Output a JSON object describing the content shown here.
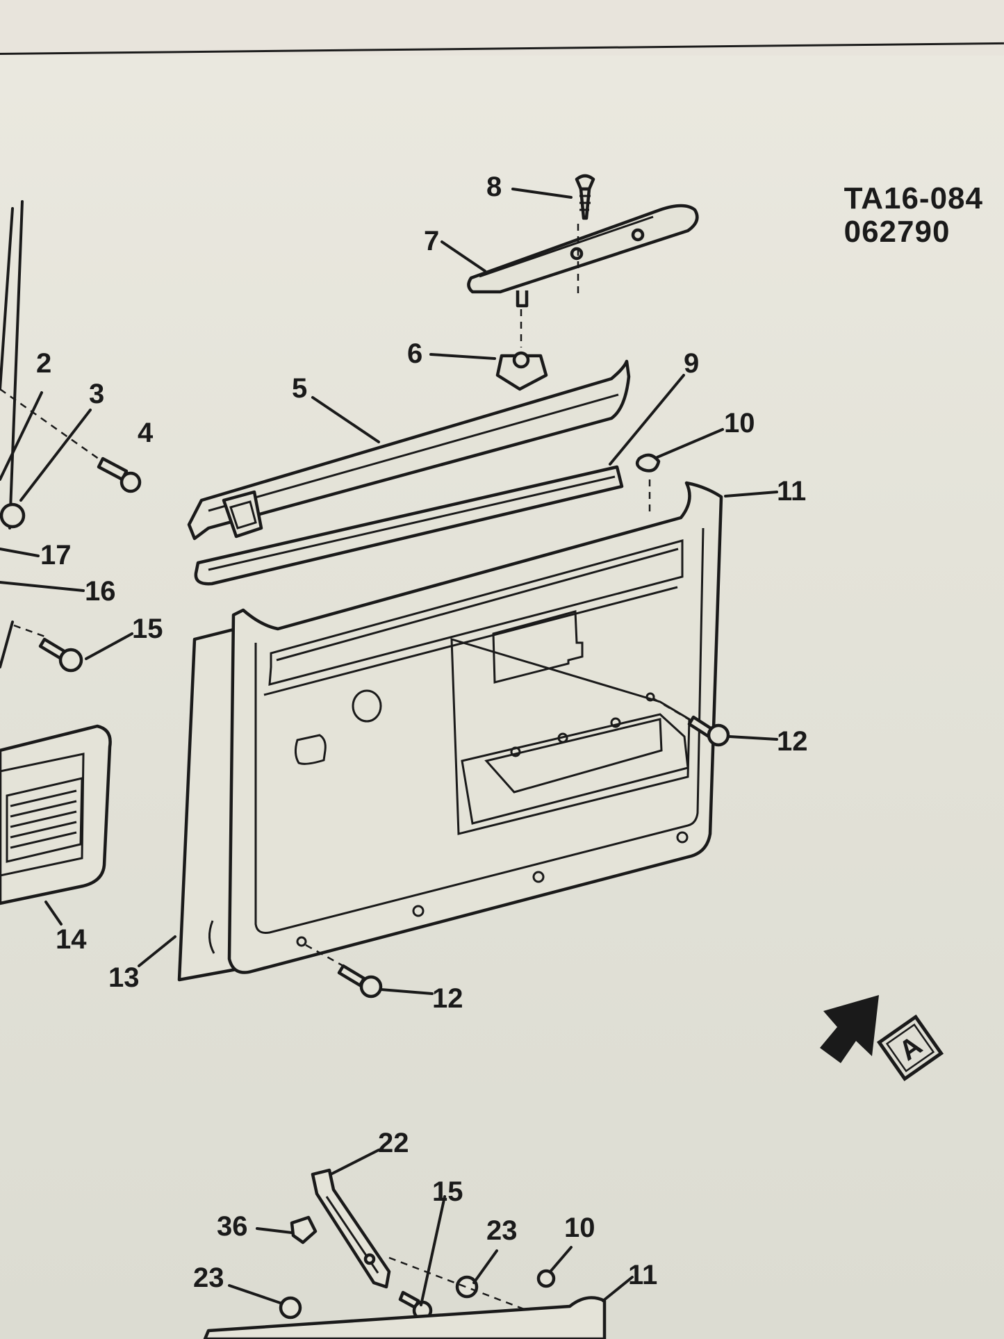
{
  "reference": {
    "code": "TA16-084",
    "date_code": "062790"
  },
  "view_marker": {
    "letter": "A"
  },
  "callouts": {
    "n2": "2",
    "n3": "3",
    "n4": "4",
    "n5": "5",
    "n6": "6",
    "n7": "7",
    "n8": "8",
    "n9": "9",
    "n10": "10",
    "n11": "11",
    "n12a": "12",
    "n12b": "12",
    "n13": "13",
    "n14": "14",
    "n15": "15",
    "n16": "16",
    "n17": "17",
    "n22": "22",
    "n15b": "15",
    "n23a": "23",
    "n23b": "23",
    "n36": "36",
    "n10b": "10",
    "n11b": "11"
  }
}
